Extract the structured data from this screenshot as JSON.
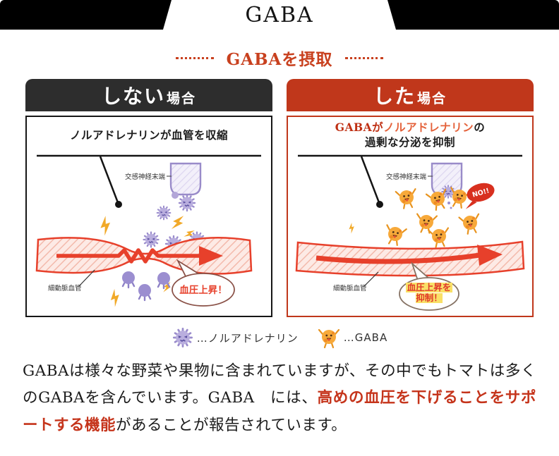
{
  "banner": {
    "title": "GABA"
  },
  "subtitle": {
    "text": "GABAを摂取"
  },
  "panel_left": {
    "header": {
      "main": "しない",
      "sub": "場合"
    },
    "title": "ノルアドレナリンが血管を収縮",
    "labels": {
      "nerve_terminal": "交感神経末端",
      "vessel": "細動脈血管",
      "result_bubble": "血圧上昇！"
    }
  },
  "panel_right": {
    "header": {
      "main": "した",
      "sub": "場合"
    },
    "title_line1": [
      {
        "text": "GABAが",
        "cls": "red"
      },
      {
        "text": "ノルアドレナリン",
        "cls": "orange"
      },
      {
        "text": "の",
        "cls": "black"
      }
    ],
    "title_line2": "過剰な分泌を抑制",
    "labels": {
      "nerve_terminal": "交感神経末端",
      "vessel": "細動脈血管",
      "no_bubble": "NO!!",
      "result_bubble_line1": "血圧上昇を",
      "result_bubble_line2": "抑制！"
    }
  },
  "legend": {
    "items": [
      {
        "icon": "noradrenaline-icon",
        "label": "…ノルアドレナリン"
      },
      {
        "icon": "gaba-icon",
        "label": "…GABA"
      }
    ]
  },
  "body": {
    "segments": [
      {
        "text": "GABAは様々な野菜や果物に含まれていますが、その中でもトマトは多くのGABAを含んでいます。GABA　には、",
        "cls": "normal"
      },
      {
        "text": "高めの血圧を下げることをサポートする機能",
        "cls": "red-bold"
      },
      {
        "text": "があることが報告されています。",
        "cls": "normal"
      }
    ]
  },
  "colors": {
    "banner_bg": "#000000",
    "dark_header": "#2d2d2d",
    "accent_red": "#c0371b",
    "subtitle_red": "#c8401e",
    "vessel_red": "#e7402b",
    "noradrenaline_purple": "#9a8ccc",
    "gaba_orange": "#f7a93a",
    "highlight_yellow": "#f9e067",
    "no_bubble_red": "#d8301f"
  }
}
